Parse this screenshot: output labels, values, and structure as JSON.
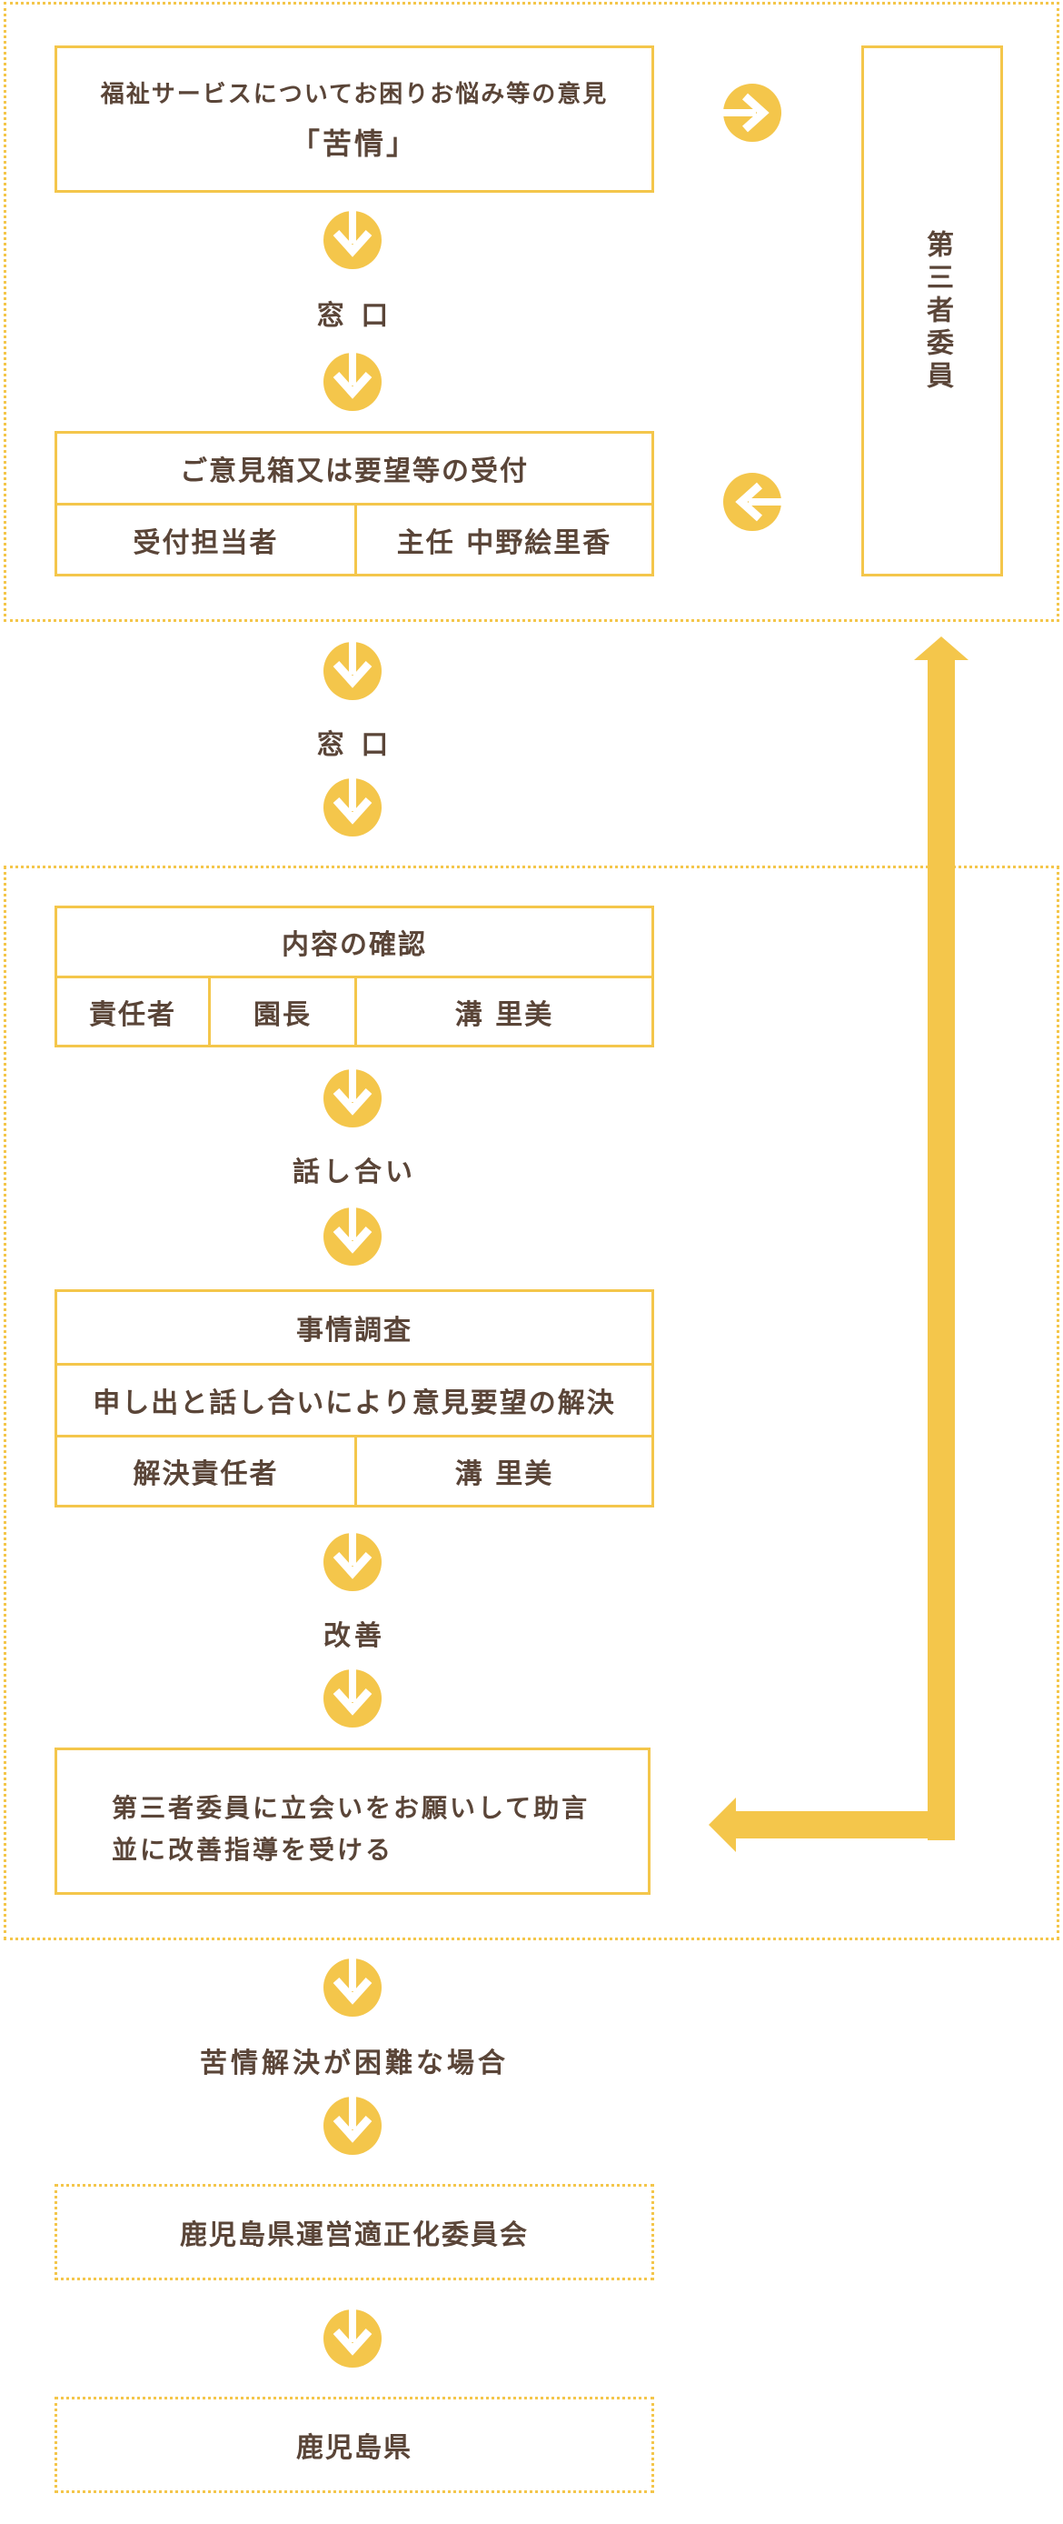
{
  "top": {
    "complaint_line1": "福祉サービスについてお困りお悩み等の意見",
    "complaint_line2": "「苦情」",
    "window1": "窓 口",
    "reception_title": "ご意見箱又は要望等の受付",
    "reception_role": "受付担当者",
    "reception_person": "主任 中野絵里香",
    "third_party": "第三者委員"
  },
  "mid_window": "窓 口",
  "middle": {
    "confirm_title": "内容の確認",
    "confirm_cells": [
      "責任者",
      "園長",
      "溝 里美"
    ],
    "discussion": "話し合い",
    "investigation_title": "事情調査",
    "investigation_row2": "申し出と話し合いにより意見要望の解決",
    "resolver_role": "解決責任者",
    "resolver_person": "溝 里美",
    "improvement": "改善",
    "advice_line1": "第三者委員に立会いをお願いして助言",
    "advice_line2": "並に改善指導を受ける"
  },
  "bottom": {
    "difficult": "苦情解決が困難な場合",
    "committee": "鹿児島県運営適正化委員会",
    "prefecture": "鹿児島県"
  },
  "colors": {
    "accent": "#f4c64b",
    "text": "#5a4538"
  }
}
